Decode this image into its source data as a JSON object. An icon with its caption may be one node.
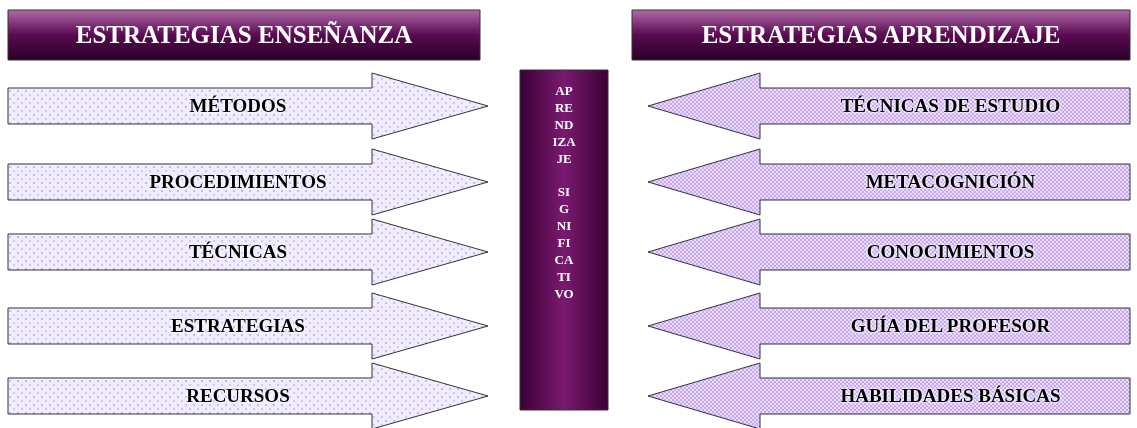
{
  "diagram": {
    "nodes": [
      {
        "text": [
          "ESTRATEGIAS ENSEÑANZA"
        ]
      },
      {
        "text": [
          "MÉTODOS"
        ]
      },
      {
        "text": [
          "PROCEDIMIENTOS"
        ]
      },
      {
        "text": [
          "TÉCNICAS"
        ]
      },
      {
        "text": [
          "ESTRATEGIAS"
        ]
      },
      {
        "text": [
          "RECURSOS"
        ]
      },
      {
        "text": [
          "AP RE ND IZA JE",
          "SI G NI FI CA TI VO"
        ]
      },
      {
        "text": [
          "ESTRATEGIAS APRENDIZAJE"
        ]
      },
      {
        "text": [
          "TÉCNICAS DE ESTUDIO"
        ]
      },
      {
        "text": [
          "METACOGNICIÓN"
        ]
      },
      {
        "text": [
          "CONOCIMIENTOS"
        ]
      },
      {
        "text": [
          "GUÍA DEL PROFESOR"
        ]
      },
      {
        "text": [
          "HABILIDADES BÁSICAS"
        ]
      }
    ]
  }
}
